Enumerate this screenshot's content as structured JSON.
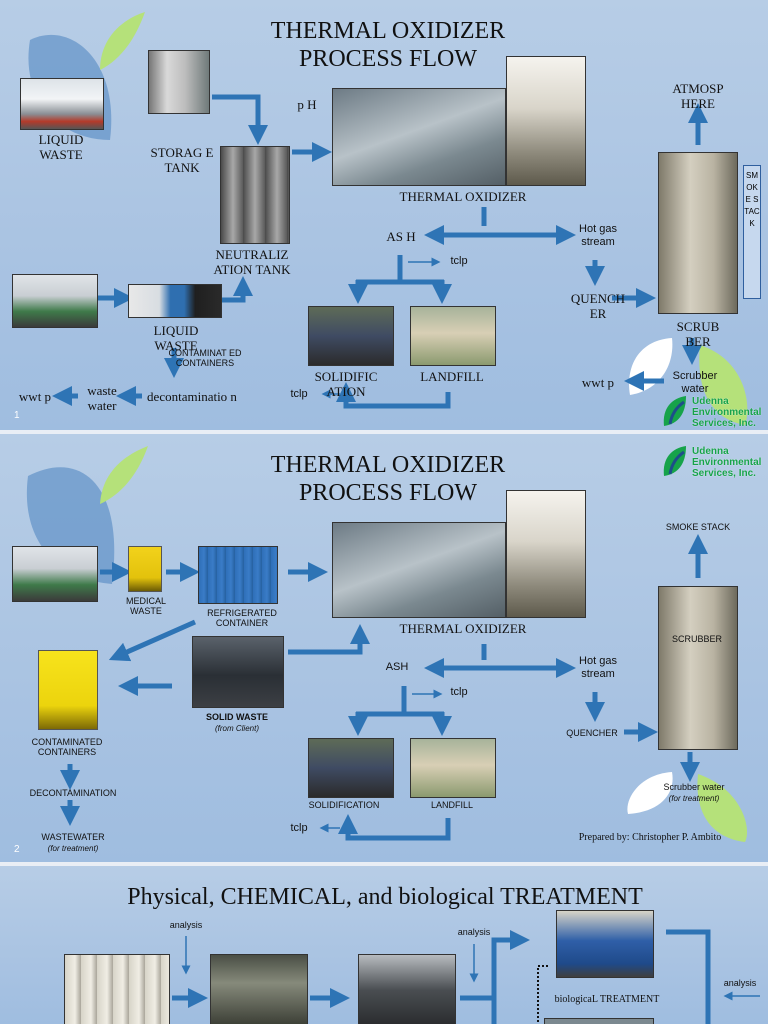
{
  "slide1": {
    "title_line1": "THERMAL OXIDIZER",
    "title_line2": "PROCESS FLOW",
    "liquid_waste": "LIQUID WASTE",
    "storage_tank": "STORAG E TANK",
    "ph": "p H",
    "neutralization_tank": "NEUTRALIZ ATION TANK",
    "thermal_oxidizer": "THERMAL OXIDIZER",
    "atmosphere": "ATMOSP HERE",
    "smoke_stack": "SMOKE STACK",
    "ash": "AS H",
    "tclp": "tclp",
    "hot_gas_stream": "Hot gas stream",
    "quencher": "QUENCH ER",
    "scrubber": "SCRUB BER",
    "liquid_waste_2": "LIQUID WASTE",
    "contaminated_containers": "CONTAMINAT ED CONTAINERS",
    "decontamination": "decontaminatio n",
    "waste_water": "waste water",
    "wwtp_left": "wwt p",
    "solidification": "SOLIDIFIC ATION",
    "landfill": "LANDFILL",
    "tclp_bottom": "tclp",
    "scrubber_water": "Scrubber water",
    "wwtp_right": "wwt p",
    "page_number": "1",
    "logo_text": "Udenna Environmental Services, Inc."
  },
  "slide2": {
    "title_line1": "THERMAL OXIDIZER",
    "title_line2": "PROCESS FLOW",
    "medical_waste": "MEDICAL WASTE",
    "refrigerated_container": "REFRIGERATED CONTAINER",
    "thermal_oxidizer": "THERMAL OXIDIZER",
    "smoke_stack": "SMOKE STACK",
    "scrubber": "SCRUBBER",
    "ash": "ASH",
    "tclp": "tclp",
    "hot_gas_stream": "Hot gas stream",
    "quencher": "QUENCHER",
    "solid_waste": "SOLID WASTE",
    "from_client": "(from Client)",
    "contaminated_containers": "CONTAMINATED CONTAINERS",
    "decontamination": "DECONTAMINATION",
    "wastewater": "WASTEWATER",
    "for_treatment": "(for treatment)",
    "solidification": "SOLIDIFICATION",
    "landfill": "LANDFILL",
    "tclp_bottom": "tclp",
    "scrubber_water": "Scrubber water",
    "scrubber_for_treatment": "(for treatment)",
    "prepared_by": "Prepared by: Christopher P. Ambito",
    "page_number": "2",
    "logo_text": "Udenna Environmental Services, Inc."
  },
  "slide3": {
    "title": "Physical, CHEMICAL, and biological  TREATMENT",
    "analysis_1": "analysis",
    "analysis_2": "analysis",
    "analysis_3": "analysis",
    "biological_treatment": "biologicaL TREATMENT"
  },
  "colors": {
    "arrow": "#2e74b5",
    "background": "#aac4e2",
    "logo_green": "#16a34a"
  }
}
